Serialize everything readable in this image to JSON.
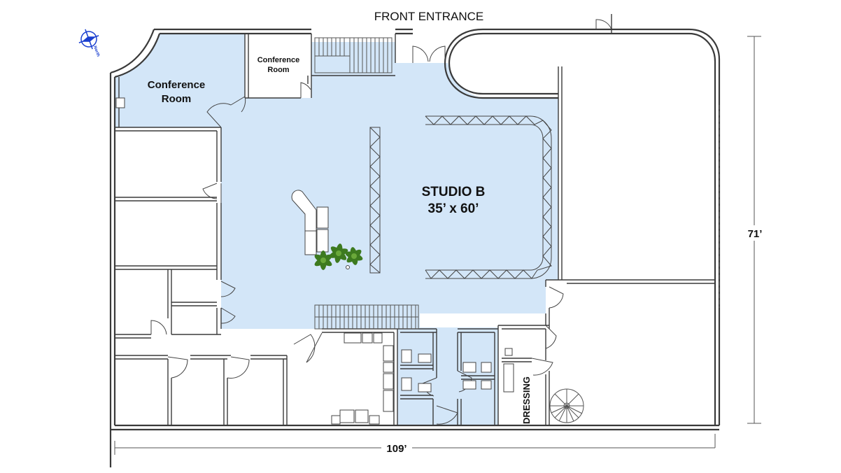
{
  "labels": {
    "front_entrance": "FRONT ENTRANCE",
    "conference_room_large_line1": "Conference",
    "conference_room_large_line2": "Room",
    "conference_room_small_line1": "Conference",
    "conference_room_small_line2": "Room",
    "studio_name": "STUDIO B",
    "studio_size": "35’ x 60’",
    "dressing": "DRESSING",
    "dim_height": "71’",
    "dim_width": "109’",
    "north_marker": "North"
  },
  "colors": {
    "studio_area": "#d3e6f8",
    "walls": "#3a3a3a",
    "compass": "#1a3fd0",
    "plants": "#3d7a1f"
  }
}
